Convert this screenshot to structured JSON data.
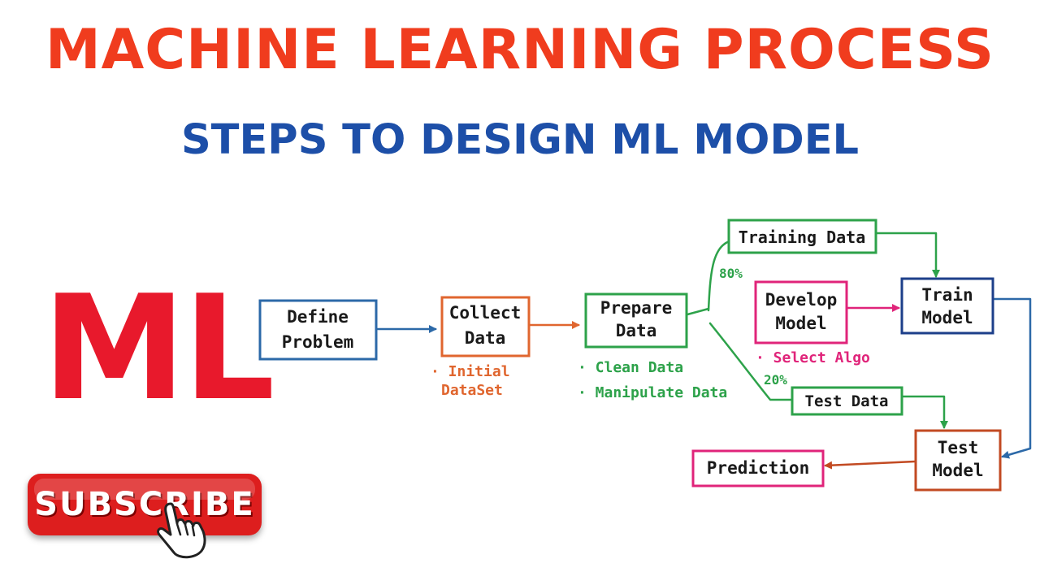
{
  "header": {
    "title": "MACHINE LEARNING PROCESS",
    "subtitle": "STEPS TO DESIGN ML MODEL"
  },
  "logo": {
    "text": "ML"
  },
  "subscribe": {
    "label": "SUBSCRIBE",
    "icon": "pointing-hand-icon"
  },
  "diagram": {
    "nodes": {
      "define_problem": [
        "Define",
        "Problem"
      ],
      "collect_data": [
        "Collect",
        "Data"
      ],
      "prepare_data": [
        "Prepare",
        "Data"
      ],
      "training_data": [
        "Training Data"
      ],
      "develop_model": [
        "Develop",
        "Model"
      ],
      "train_model": [
        "Train",
        "Model"
      ],
      "test_data": [
        "Test Data"
      ],
      "test_model": [
        "Test",
        "Model"
      ],
      "prediction": [
        "Prediction"
      ]
    },
    "notes": {
      "collect_data": [
        "· Initial",
        "DataSet"
      ],
      "prepare_data": [
        "· Clean Data",
        "· Manipulate Data"
      ],
      "develop_model": [
        "· Select Algo"
      ],
      "split_train": "80%",
      "split_test": "20%"
    }
  },
  "colors": {
    "title": "#f03c1e",
    "subtitle": "#1d4fa8",
    "logo": "#e8192c",
    "subscribe": "#dd1e1e",
    "blue": "#2c69a8",
    "orange": "#e0662f",
    "green": "#2da24a",
    "pink": "#e0247a",
    "brown": "#c24a22"
  }
}
